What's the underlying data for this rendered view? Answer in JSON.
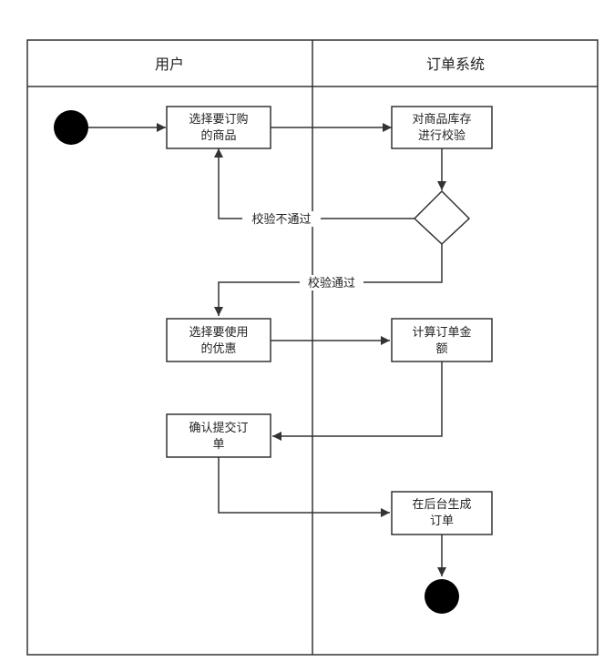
{
  "lanes": [
    {
      "title": "用户"
    },
    {
      "title": "订单系统"
    }
  ],
  "activities": {
    "select_goods": [
      "选择要订购",
      "的商品"
    ],
    "check_stock": [
      "对商品库存",
      "进行校验"
    ],
    "select_coupon": [
      "选择要使用",
      "的优惠"
    ],
    "calc_amount": [
      "计算订单金",
      "额"
    ],
    "confirm_order": [
      "确认提交订",
      "单"
    ],
    "generate_order": [
      "在后台生成",
      "订单"
    ]
  },
  "edge_labels": {
    "fail": "校验不通过",
    "pass": "校验通过"
  },
  "colors": {
    "stroke": "#333333",
    "node_fill": "#ffffff",
    "terminal": "#000000"
  }
}
